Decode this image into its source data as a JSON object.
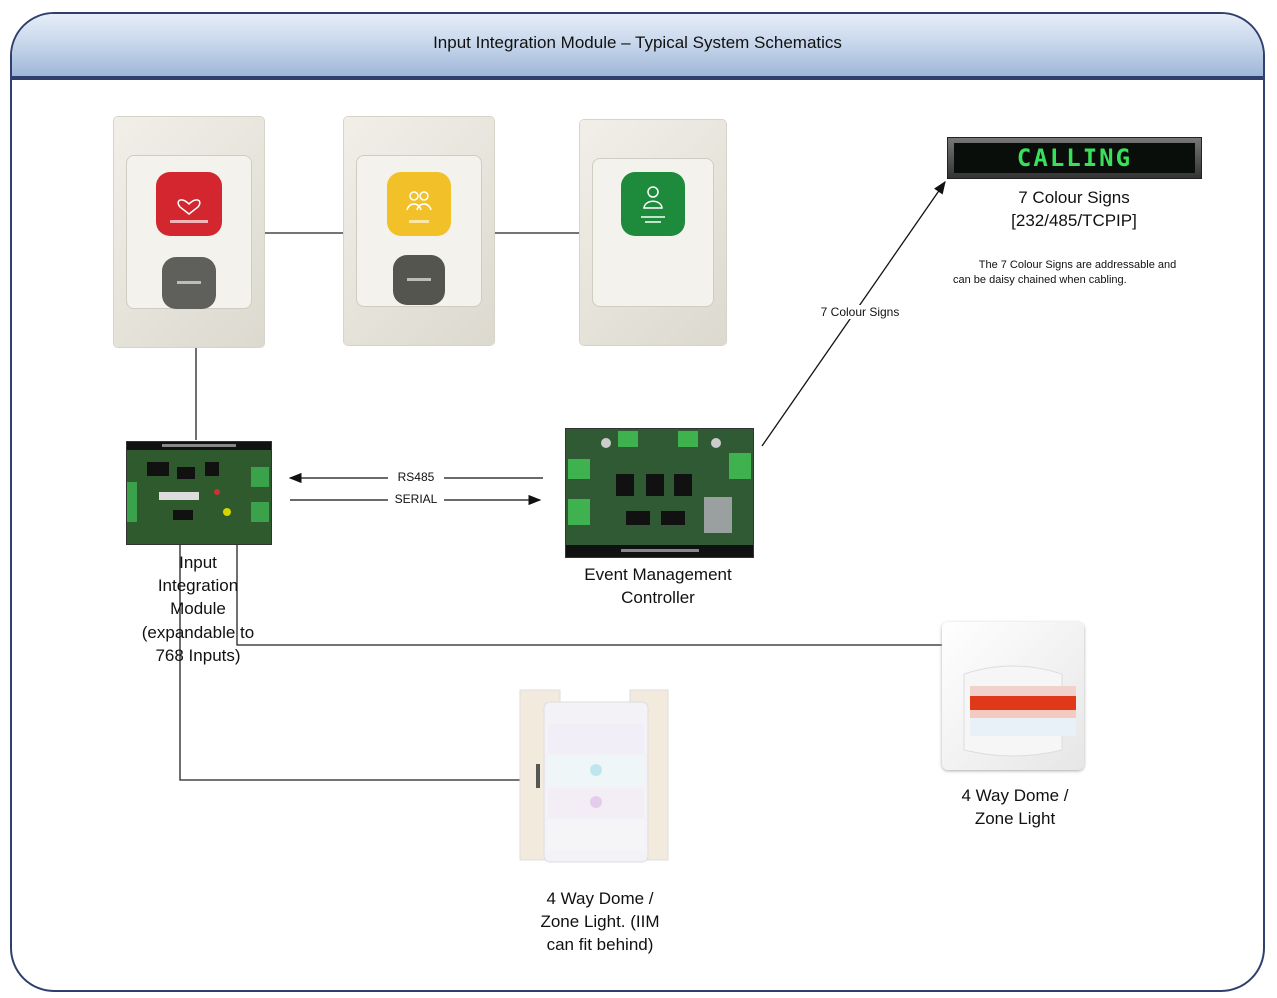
{
  "title": "Input Integration Module – Typical System Schematics",
  "sign": {
    "display_text": "CALLING",
    "label_line1": "7 Colour Signs",
    "label_line2": "[232/485/TCPIP]",
    "note_line1": "The 7 Colour Signs are addressable and",
    "note_line2": "can be daisy chained when cabling."
  },
  "link_label_signs": "7 Colour Signs",
  "rs485_label": "RS485",
  "serial_label": "SERIAL",
  "iim": {
    "line1": "Input",
    "line2": "Integration",
    "line3": "Module",
    "line4": "(expandable to",
    "line5": "768 Inputs)"
  },
  "emc": {
    "line1": "Event Management",
    "line2": "Controller"
  },
  "dome_right": {
    "line1": "4 Way Dome /",
    "line2": "Zone Light"
  },
  "dome_bottom": {
    "line1": "4 Way Dome /",
    "line2": "Zone Light. (IIM",
    "line3": "can fit behind)"
  }
}
